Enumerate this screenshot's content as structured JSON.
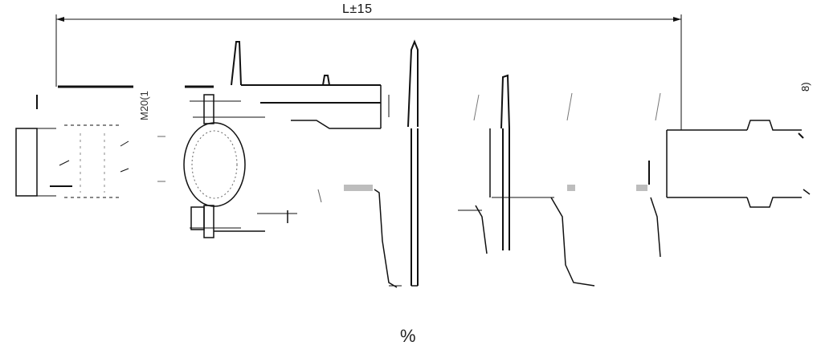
{
  "dimension": {
    "label": "L±15"
  },
  "labels": {
    "thread": "M20(1",
    "side": "8)",
    "bottom": "%"
  },
  "colors": {
    "line": "#111111",
    "light_line": "#999999",
    "fill_gray": "#bdbdbd"
  }
}
